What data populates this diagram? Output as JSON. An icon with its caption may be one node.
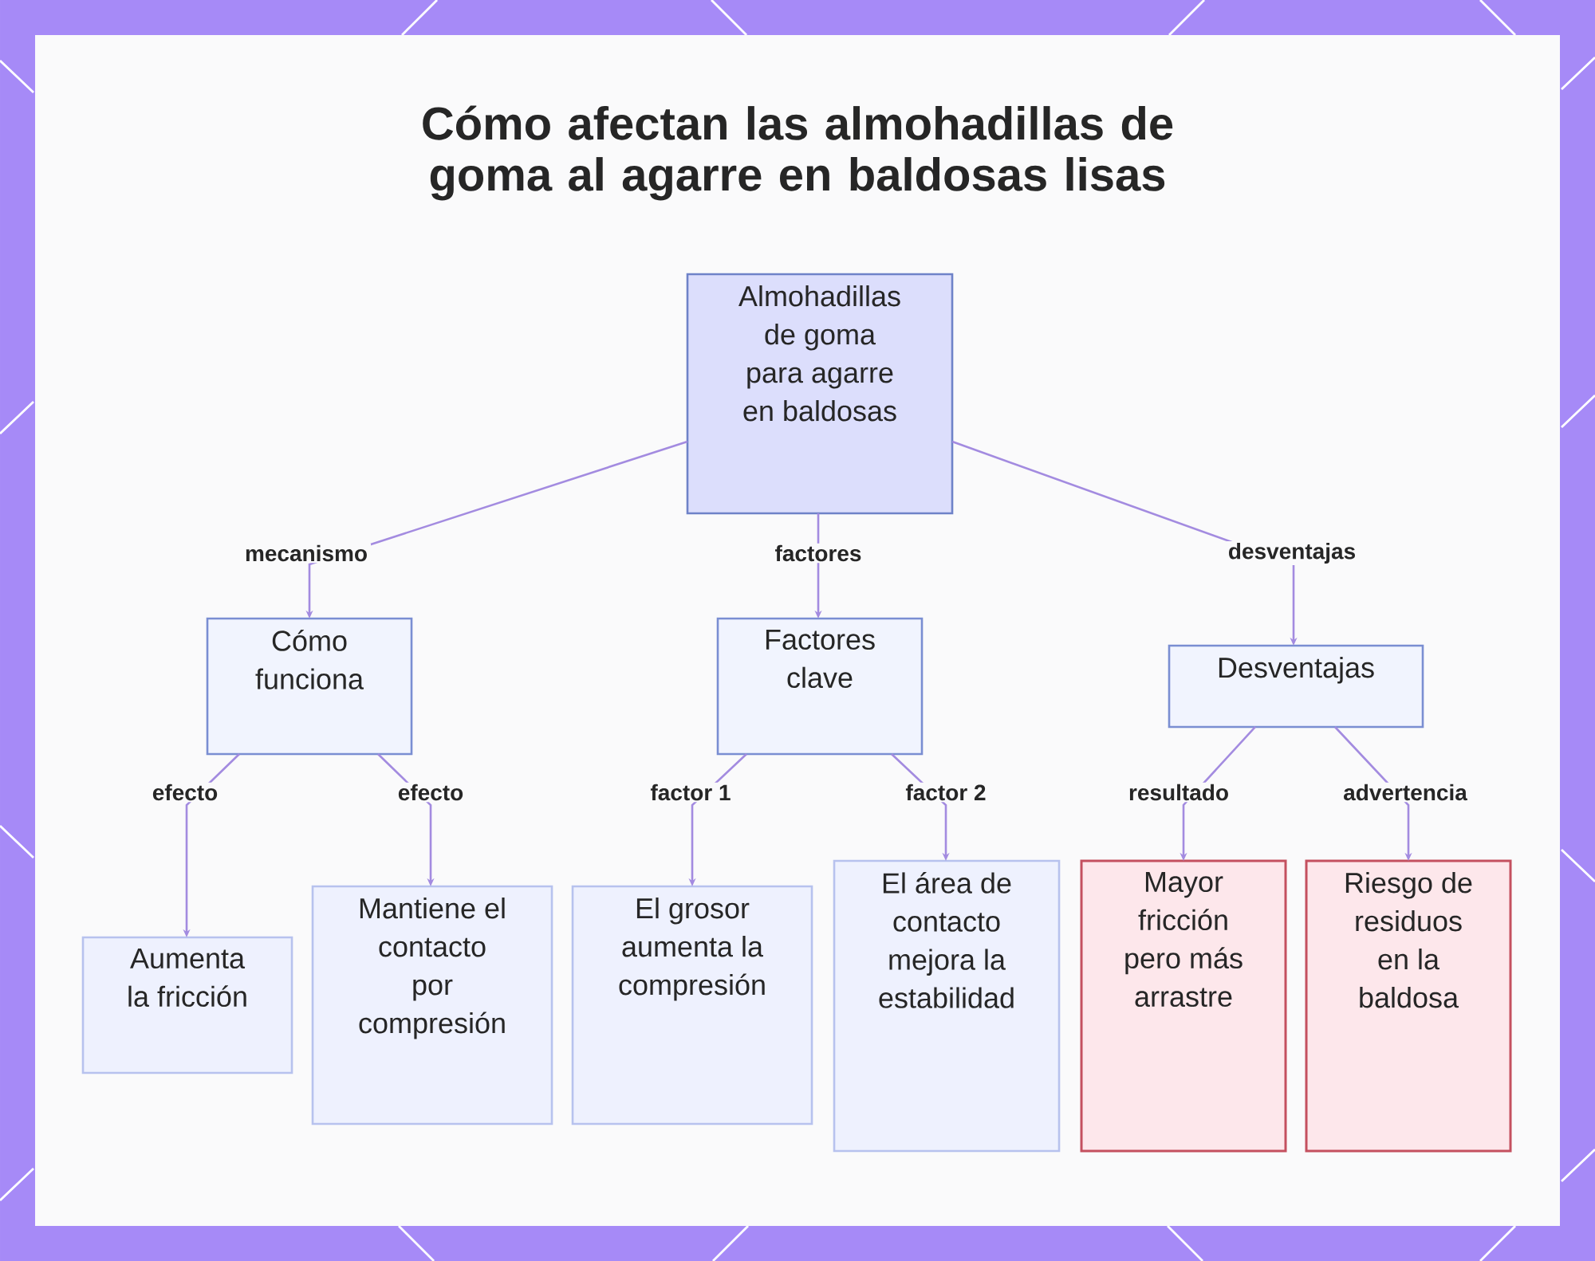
{
  "diagram": {
    "title": "Cómo afectan las almohadillas de goma al agarre en baldosas lisas",
    "nodes": [
      {
        "text": [
          "Almohadillas de goma para agarre en baldosas"
        ]
      },
      {
        "text": [
          "Cómo funciona"
        ]
      },
      {
        "text": [
          "Factores clave"
        ]
      },
      {
        "text": [
          "Desventajas"
        ]
      },
      {
        "text": [
          "Aumenta la fricción"
        ]
      },
      {
        "text": [
          "Mantiene el contacto por compresión"
        ]
      },
      {
        "text": [
          "El grosor aumenta la compresión"
        ]
      },
      {
        "text": [
          "El área de contacto mejora la estabilidad"
        ]
      },
      {
        "text": [
          "Mayor fricción pero más arrastre"
        ]
      },
      {
        "text": [
          "Riesgo de residuos en la baldosa"
        ]
      }
    ],
    "edges": [
      {
        "from": 0,
        "to": 1,
        "arrow": "to",
        "label": "mecanismo"
      },
      {
        "from": 0,
        "to": 2,
        "arrow": "to",
        "label": "factores"
      },
      {
        "from": 0,
        "to": 3,
        "arrow": "to",
        "label": "desventajas"
      },
      {
        "from": 1,
        "to": 4,
        "arrow": "to",
        "label": "efecto"
      },
      {
        "from": 1,
        "to": 5,
        "arrow": "to",
        "label": "efecto"
      },
      {
        "from": 2,
        "to": 6,
        "arrow": "to",
        "label": "factor 1"
      },
      {
        "from": 2,
        "to": 7,
        "arrow": "to",
        "label": "factor 2"
      },
      {
        "from": 3,
        "to": 8,
        "arrow": "to",
        "label": "resultado"
      },
      {
        "from": 3,
        "to": 9,
        "arrow": "to",
        "label": "advertencia"
      }
    ]
  }
}
